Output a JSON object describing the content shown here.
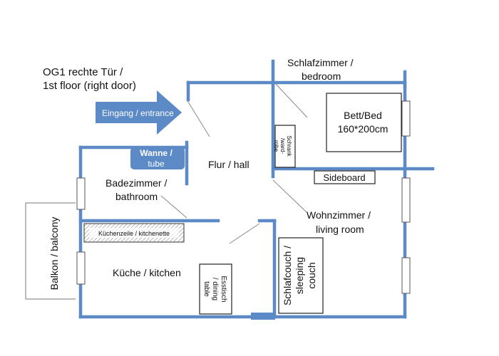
{
  "title": {
    "line1": "OG1 rechte Tür /",
    "line2": "1st floor (right door)"
  },
  "entrance": {
    "label": "Eingang / entrance"
  },
  "rooms": {
    "bedroom": {
      "line1": "Schlafzimmer /",
      "line2": "bedroom"
    },
    "hall": {
      "label": "Flur / hall"
    },
    "bathroom": {
      "line1": "Badezimmer /",
      "line2": "bathroom"
    },
    "living": {
      "line1": "Wohnzimmer /",
      "line2": "living room"
    },
    "kitchen": {
      "label": "Küche / kitchen"
    },
    "balcony": {
      "label": "Balkon / balcony"
    }
  },
  "furniture": {
    "bed": {
      "line1": "Bett/Bed",
      "line2": "160*200cm"
    },
    "wardrobe": {
      "line1": "Schrank",
      "line2": "/ward-",
      "line3": "robe"
    },
    "sideboard": {
      "label": "Sideboard"
    },
    "tub": {
      "line1": "Wanne /",
      "line2": "tube"
    },
    "kitchenette": {
      "label": "Küchenzeile / kitchenette"
    },
    "table": {
      "line1": "Esstisch",
      "line2": "/ dining",
      "line3": "table"
    },
    "couch": {
      "line1": "Schlafcouch /",
      "line2": "sleeping",
      "line3": "couch"
    }
  },
  "colors": {
    "wall": "#5b8ac6",
    "arrow": "#5b8ac6",
    "line": "#666666"
  }
}
